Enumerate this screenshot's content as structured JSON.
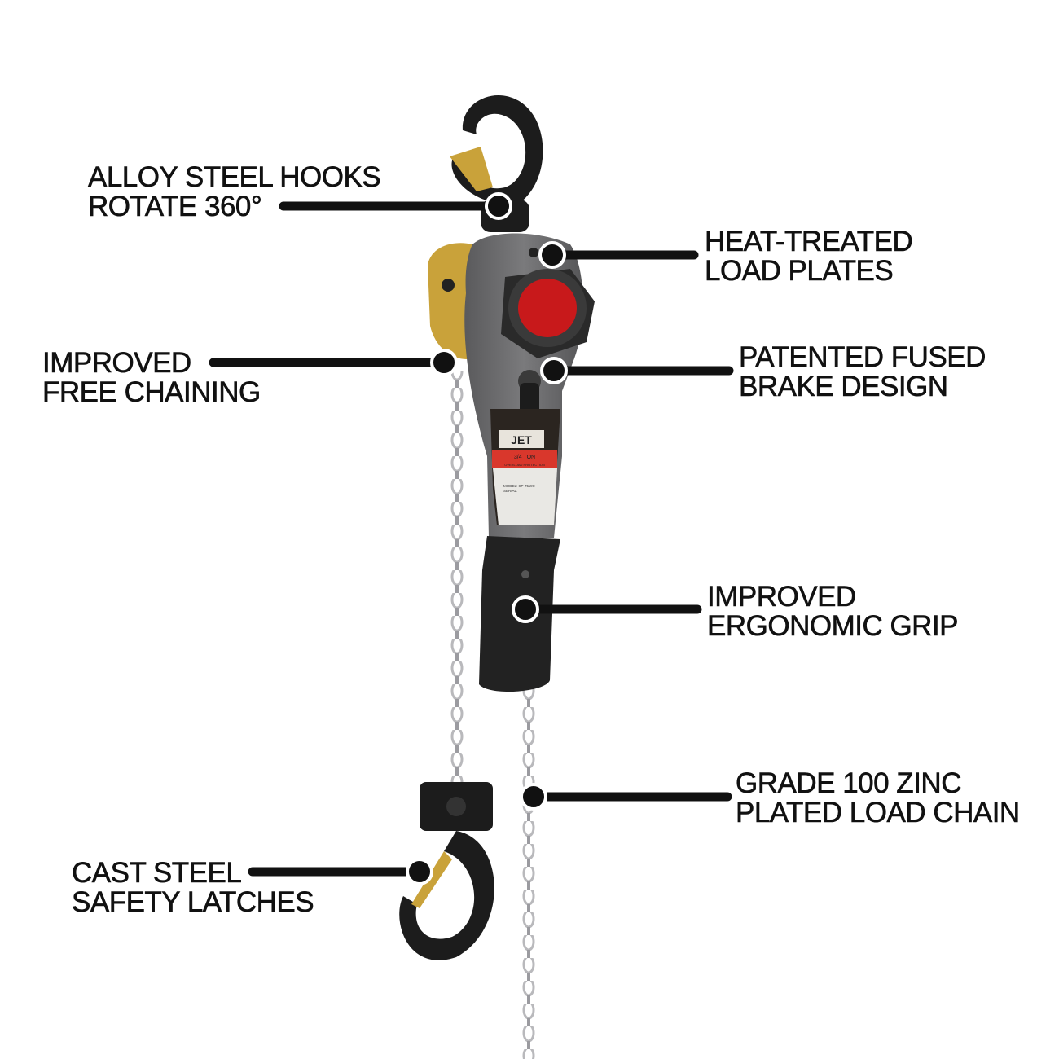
{
  "callouts": [
    {
      "id": "hooks",
      "lines": [
        "ALLOY STEEL HOOKS",
        "ROTATE 360°"
      ]
    },
    {
      "id": "plates",
      "lines": [
        "HEAT-TREATED",
        "LOAD PLATES"
      ]
    },
    {
      "id": "chaining",
      "lines": [
        "IMPROVED",
        "FREE CHAINING"
      ]
    },
    {
      "id": "brake",
      "lines": [
        "PATENTED FUSED",
        "BRAKE DESIGN"
      ]
    },
    {
      "id": "grip",
      "lines": [
        "IMPROVED",
        "ERGONOMIC GRIP"
      ]
    },
    {
      "id": "chain",
      "lines": [
        "GRADE 100 ZINC",
        "PLATED LOAD CHAIN"
      ]
    },
    {
      "id": "latches",
      "lines": [
        "CAST STEEL",
        "SAFETY LATCHES"
      ]
    }
  ],
  "product_plate": {
    "brand": "JET",
    "capacity": "3/4 TON",
    "feature": "OVERLOAD PROTECTION",
    "model": "MODEL: SP-75WO",
    "serial": "SERIAL:"
  },
  "colors": {
    "body": "#6b6b6d",
    "accent_red": "#c8191b",
    "brass": "#c9a23a",
    "black": "#1a1a1a",
    "chain": "#c9c9cb"
  }
}
